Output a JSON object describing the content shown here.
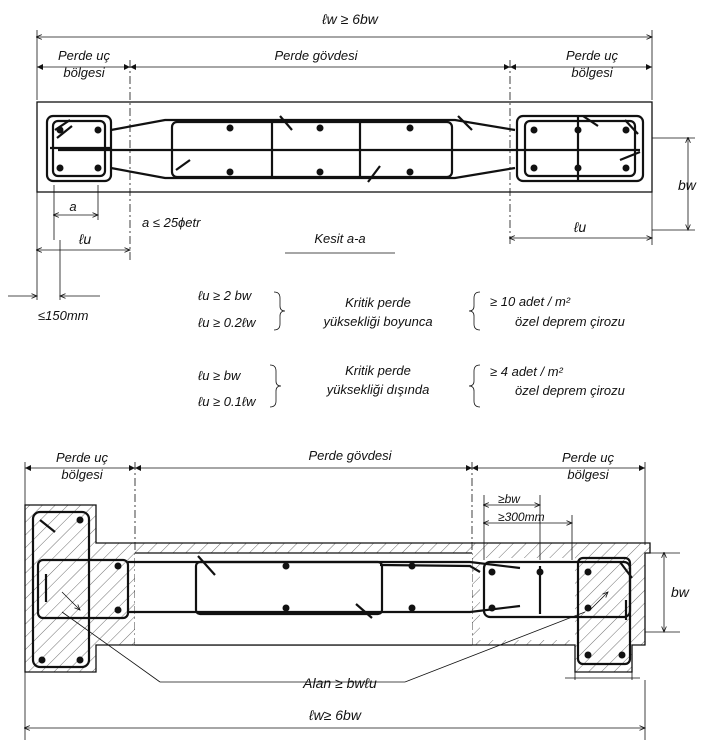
{
  "top": {
    "overall_length": "ℓw ≥ 6bw",
    "end_zone_left_1": "Perde uç",
    "end_zone_left_2": "bölgesi",
    "web": "Perde gövdesi",
    "end_zone_right_1": "Perde uç",
    "end_zone_right_2": "bölgesi",
    "bw": "bw",
    "a": "a",
    "lu_left": "ℓu",
    "lu_right": "ℓu",
    "a_limit": "a ≤ 25ϕetr",
    "section": "Kesit a-a",
    "cover_limit": "≤150mm"
  },
  "rules": [
    {
      "cond1": "ℓu ≥ 2 bw",
      "cond2": "ℓu ≥ 0.2ℓw",
      "zone1": "Kritik perde",
      "zone2": "yüksekliği boyunca",
      "req1": "≥ 10 adet / m²",
      "req2": "özel deprem çirozu"
    },
    {
      "cond1": "ℓu ≥ bw",
      "cond2": "ℓu ≥ 0.1ℓw",
      "zone1": "Kritik perde",
      "zone2": "yüksekliği dışında",
      "req1": "≥ 4 adet / m²",
      "req2": "özel deprem çirozu"
    }
  ],
  "bottom": {
    "end_zone_left_1": "Perde uç",
    "end_zone_left_2": "bölgesi",
    "web": "Perde gövdesi",
    "end_zone_right_1": "Perde uç",
    "end_zone_right_2": "bölgesi",
    "ge_bw": "≥bw",
    "ge_300": "≥300mm",
    "bw": "bw",
    "area": "Alan ≥ bwℓu",
    "overall_length": "ℓw≥ 6bw"
  }
}
